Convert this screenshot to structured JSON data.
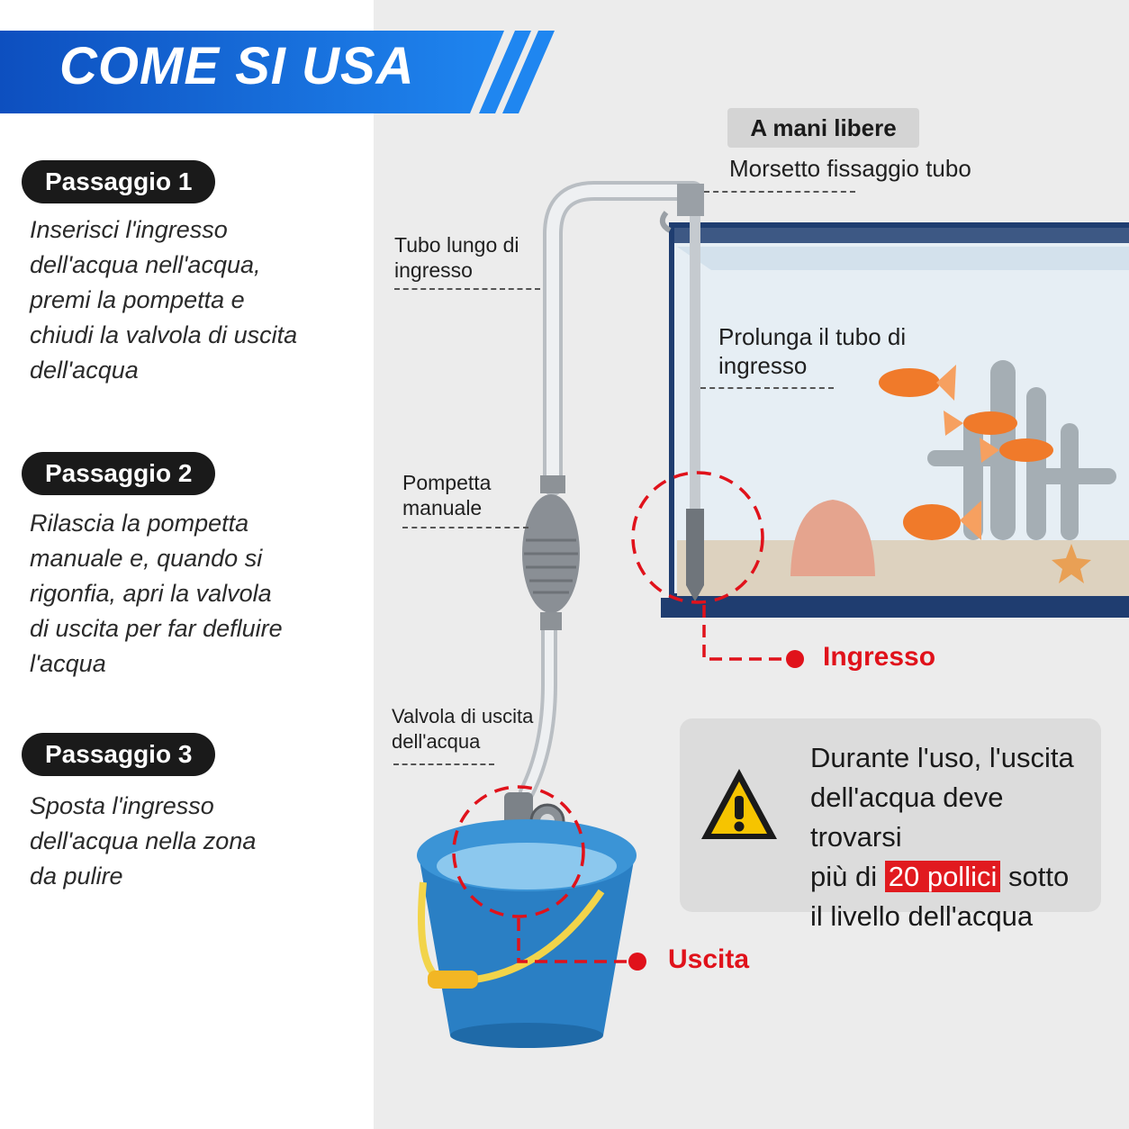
{
  "header": {
    "title": "COME SI USA"
  },
  "steps": [
    {
      "label": "Passaggio 1",
      "lines": [
        "Inserisci l'ingresso",
        "dell'acqua nell'acqua,",
        "premi la pompetta e",
        "chiudi la valvola di uscita",
        "dell'acqua"
      ]
    },
    {
      "label": "Passaggio 2",
      "lines": [
        "Rilascia la pompetta",
        "manuale e, quando si",
        "rigonfia, apri la valvola",
        "di uscita per far defluire",
        "l'acqua"
      ]
    },
    {
      "label": "Passaggio 3",
      "lines": [
        "Sposta l'ingresso",
        "dell'acqua nella zona",
        "da pulire"
      ]
    }
  ],
  "diagram": {
    "hands_free_tag": "A mani libere",
    "clamp_label": "Morsetto fissaggio tubo",
    "long_tube_label": [
      "Tubo lungo di",
      "ingresso"
    ],
    "extend_tube_label": [
      "Prolunga il tubo di",
      "ingresso"
    ],
    "bulb_label": [
      "Pompetta",
      "manuale"
    ],
    "valve_label": [
      "Valvola di uscita",
      "dell'acqua"
    ],
    "inlet_label": "Ingresso",
    "outlet_label": "Uscita"
  },
  "warning": {
    "line1": "Durante l'uso, l'uscita",
    "line2": "dell'acqua deve trovarsi",
    "line3_pre": "più di ",
    "line3_highlight": "20 pollici",
    "line3_post": " sotto",
    "line4": "il livello dell'acqua",
    "icon": "warning-triangle-icon"
  },
  "colors": {
    "header_blue": "#1464d8",
    "alert_red": "#e0121b",
    "tank_frame": "#1f3d70",
    "bucket_blue": "#2a7fc4",
    "warning_yellow": "#f6c400"
  }
}
